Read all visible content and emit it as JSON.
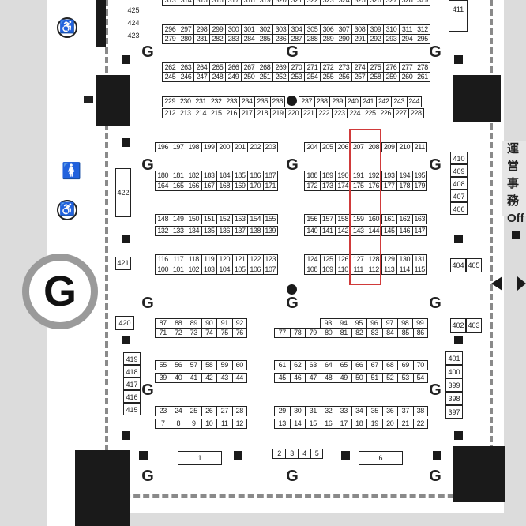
{
  "map": {
    "title": "",
    "guide_letter": "G"
  },
  "office_label_lines": [
    "運営",
    "事務",
    "Off"
  ],
  "booths": {
    "r_top1": [
      "313",
      "314",
      "315",
      "316",
      "317",
      "318",
      "319",
      "320",
      "321",
      "322",
      "323",
      "324",
      "325",
      "326",
      "327",
      "328",
      "329"
    ],
    "r296a": [
      "296",
      "297",
      "298",
      "299",
      "300",
      "301",
      "302",
      "303",
      "304",
      "305",
      "306",
      "307",
      "308",
      "309",
      "310",
      "311",
      "312"
    ],
    "r296b": [
      "279",
      "280",
      "281",
      "282",
      "283",
      "284",
      "285",
      "286",
      "287",
      "288",
      "289",
      "290",
      "291",
      "292",
      "293",
      "294",
      "295"
    ],
    "r262a": [
      "262",
      "263",
      "264",
      "265",
      "266",
      "267",
      "268",
      "269",
      "270",
      "271",
      "272",
      "273",
      "274",
      "275",
      "276",
      "277",
      "278"
    ],
    "r262b": [
      "245",
      "246",
      "247",
      "248",
      "249",
      "250",
      "251",
      "252",
      "253",
      "254",
      "255",
      "256",
      "257",
      "258",
      "259",
      "260",
      "261"
    ],
    "r229a_left": [
      "229",
      "230",
      "231",
      "232",
      "233",
      "234",
      "235",
      "236"
    ],
    "r229a_right": [
      "237",
      "238",
      "239",
      "240",
      "241",
      "242",
      "243",
      "244"
    ],
    "r229b": [
      "212",
      "213",
      "214",
      "215",
      "216",
      "217",
      "218",
      "219",
      "220",
      "221",
      "222",
      "223",
      "224",
      "225",
      "226",
      "227",
      "228"
    ],
    "r196_left": [
      "196",
      "197",
      "198",
      "199",
      "200",
      "201",
      "202",
      "203"
    ],
    "r196_right": [
      "204",
      "205",
      "206",
      "207",
      "208",
      "209",
      "210",
      "211"
    ],
    "r180a_left": [
      "180",
      "181",
      "182",
      "183",
      "184",
      "185",
      "186",
      "187"
    ],
    "r180b_left": [
      "164",
      "165",
      "166",
      "167",
      "168",
      "169",
      "170",
      "171"
    ],
    "r180a_right": [
      "188",
      "189",
      "190",
      "191",
      "192",
      "193",
      "194",
      "195"
    ],
    "r180b_right": [
      "172",
      "173",
      "174",
      "175",
      "176",
      "177",
      "178",
      "179"
    ],
    "r148a_left": [
      "148",
      "149",
      "150",
      "151",
      "152",
      "153",
      "154",
      "155"
    ],
    "r148b_left": [
      "132",
      "133",
      "134",
      "135",
      "136",
      "137",
      "138",
      "139"
    ],
    "r148a_right": [
      "156",
      "157",
      "158",
      "159",
      "160",
      "161",
      "162",
      "163"
    ],
    "r148b_right": [
      "140",
      "141",
      "142",
      "143",
      "144",
      "145",
      "146",
      "147"
    ],
    "r116a_left": [
      "116",
      "117",
      "118",
      "119",
      "120",
      "121",
      "122",
      "123"
    ],
    "r116b_left": [
      "100",
      "101",
      "102",
      "103",
      "104",
      "105",
      "106",
      "107"
    ],
    "r116a_right": [
      "124",
      "125",
      "126",
      "127",
      "128",
      "129",
      "130",
      "131"
    ],
    "r116b_right": [
      "108",
      "109",
      "110",
      "111",
      "112",
      "113",
      "114",
      "115"
    ],
    "r87a_left": [
      "87",
      "88",
      "89",
      "90",
      "91",
      "92"
    ],
    "r87b_left": [
      "71",
      "72",
      "73",
      "74",
      "75",
      "76"
    ],
    "r93a_right": [
      "93",
      "94",
      "95",
      "96",
      "97",
      "98",
      "99"
    ],
    "r93b_right": [
      "77",
      "78",
      "79",
      "80",
      "81",
      "82",
      "83",
      "84",
      "85",
      "86"
    ],
    "r55a_left": [
      "55",
      "56",
      "57",
      "58",
      "59",
      "60"
    ],
    "r55b_left": [
      "39",
      "40",
      "41",
      "42",
      "43",
      "44"
    ],
    "r61a_right": [
      "61",
      "62",
      "63",
      "64",
      "65",
      "66",
      "67",
      "68",
      "69",
      "70"
    ],
    "r61b_right": [
      "45",
      "46",
      "47",
      "48",
      "49",
      "50",
      "51",
      "52",
      "53",
      "54"
    ],
    "r23a_left": [
      "23",
      "24",
      "25",
      "26",
      "27",
      "28"
    ],
    "r23b_left": [
      "7",
      "8",
      "9",
      "10",
      "11",
      "12"
    ],
    "r29a_right": [
      "29",
      "30",
      "31",
      "32",
      "33",
      "34",
      "35",
      "36",
      "37",
      "38"
    ],
    "r29b_right": [
      "13",
      "14",
      "15",
      "16",
      "17",
      "18",
      "19",
      "20",
      "21",
      "22"
    ],
    "bottom_small": [
      "2",
      "3",
      "4",
      "5"
    ],
    "left_col": [
      "425",
      "424",
      "423"
    ],
    "left_col2": [
      "419",
      "418",
      "417",
      "416",
      "415"
    ],
    "right_col": [
      "410",
      "409",
      "408",
      "407",
      "406"
    ],
    "right_col2": [
      "401",
      "400",
      "399",
      "398",
      "397"
    ],
    "singles": {
      "b411": "411",
      "b422": "422",
      "b421": "421",
      "b420": "420",
      "b404": "404",
      "b405": "405",
      "b402": "402",
      "b403": "403",
      "b1": "1",
      "b6": "6"
    }
  },
  "icons": {
    "wheelchair": "♿",
    "restroom_female": "🚺",
    "guide": "G"
  }
}
